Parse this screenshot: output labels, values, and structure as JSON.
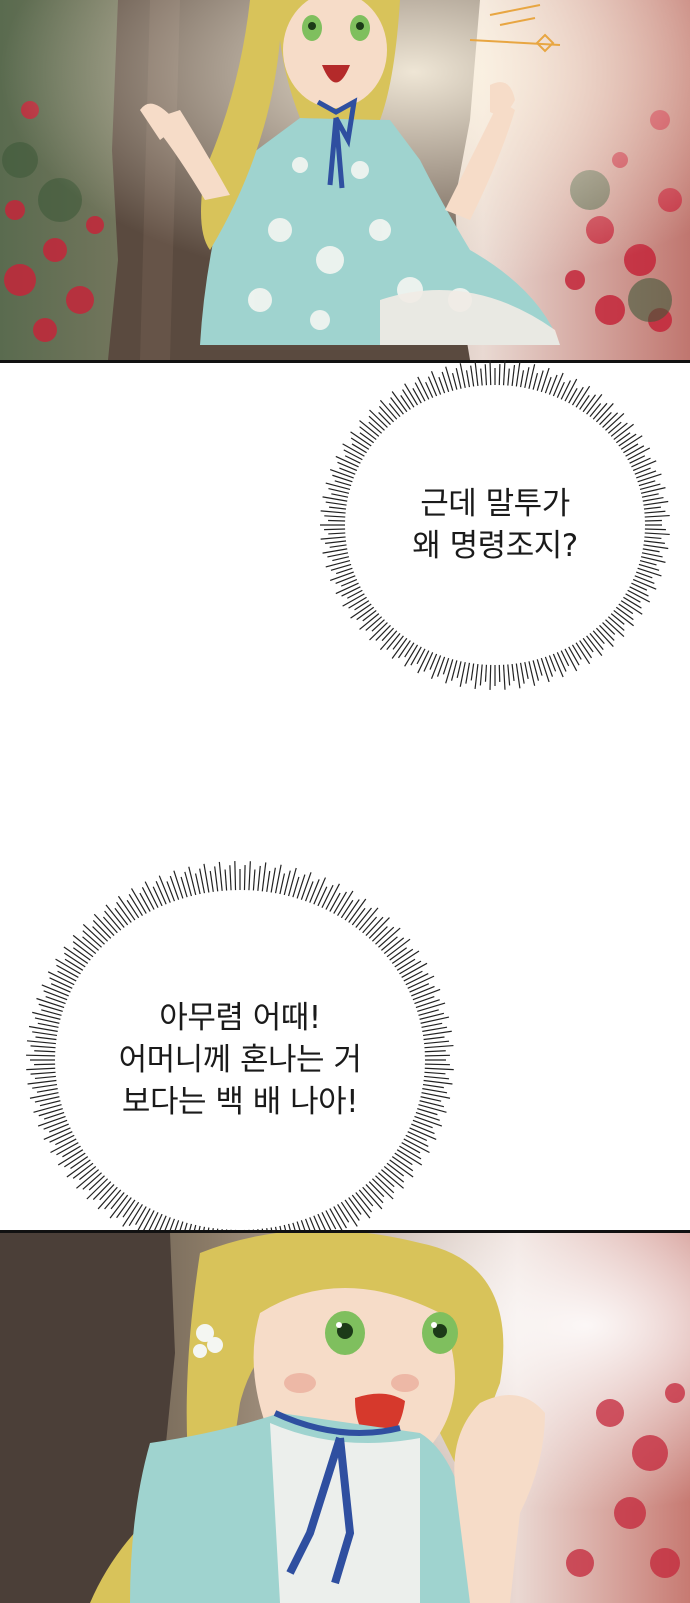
{
  "panels": [
    {
      "id": "top-panel",
      "scene": "girl-sitting-under-tree"
    },
    {
      "id": "bottom-panel",
      "scene": "girl-smiling-closeup"
    }
  ],
  "bubbles": [
    {
      "id": "bubble-1",
      "lines": [
        "근데 말투가",
        "왜 명령조지?"
      ]
    },
    {
      "id": "bubble-2",
      "lines": [
        "아무렴 어때!",
        "어머니께 혼나는 거",
        "보다는 백 배 나아!"
      ]
    }
  ],
  "colors": {
    "dress": "#9fd3cf",
    "hair": "#d8c35a",
    "ribbon": "#2f4fa0",
    "roses": "#c4263a",
    "trunk": "#5a4a3f"
  }
}
